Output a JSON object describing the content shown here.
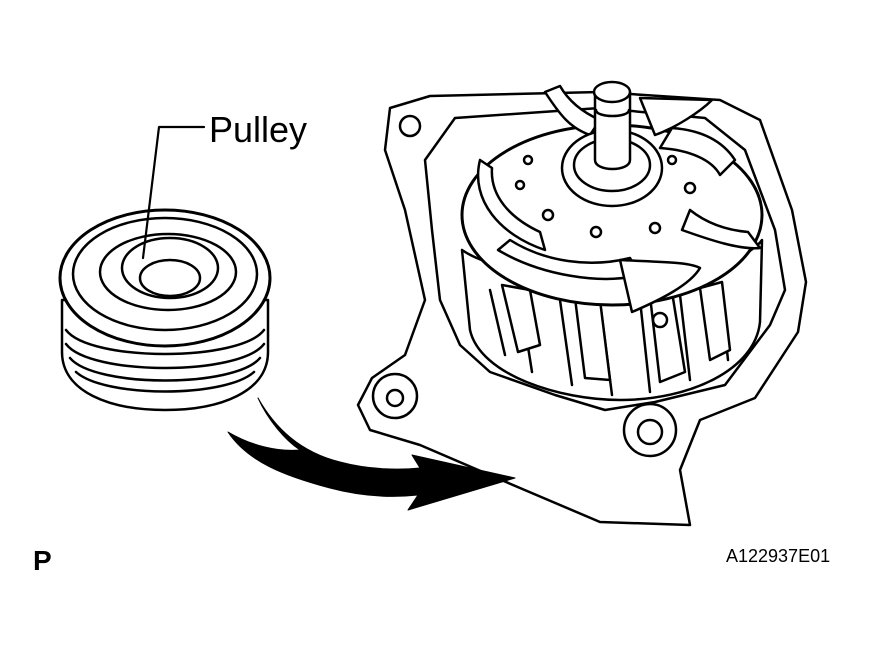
{
  "labels": {
    "pulley": "Pulley",
    "view": "P",
    "figure_id": "A122937E01"
  },
  "colors": {
    "line": "#000000",
    "fill": "#ffffff"
  }
}
